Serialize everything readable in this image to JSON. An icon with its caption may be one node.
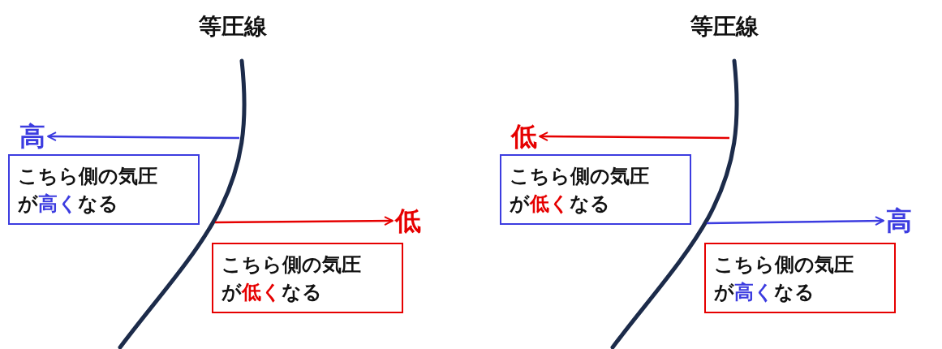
{
  "diagram": {
    "nodes": [
      {
        "text": [],
        "shape": "curve"
      },
      {
        "text": [
          "高"
        ]
      },
      {
        "text": [
          "こちら側の気圧が**高く**なる"
        ]
      },
      {
        "text": [
          "低"
        ]
      },
      {
        "text": [
          "こちら側の気圧が**低く**なる"
        ]
      },
      {
        "text": [],
        "shape": "curve"
      },
      {
        "text": [
          "低"
        ]
      },
      {
        "text": [
          "こちら側の気圧が**低く**なる"
        ]
      },
      {
        "text": [
          "高"
        ]
      },
      {
        "text": [
          "こちら側の気圧が**高く**なる"
        ]
      }
    ],
    "edges": [
      {
        "from": 0,
        "to": 1,
        "arrow": "to",
        "color": "#3c3ce0"
      },
      {
        "from": 0,
        "to": 3,
        "arrow": "to",
        "color": "#e60000"
      },
      {
        "from": 5,
        "to": 6,
        "arrow": "to",
        "color": "#e60000"
      },
      {
        "from": 5,
        "to": 8,
        "arrow": "to",
        "color": "#3c3ce0"
      }
    ],
    "labels": [
      "等圧線",
      "等圧線"
    ]
  }
}
